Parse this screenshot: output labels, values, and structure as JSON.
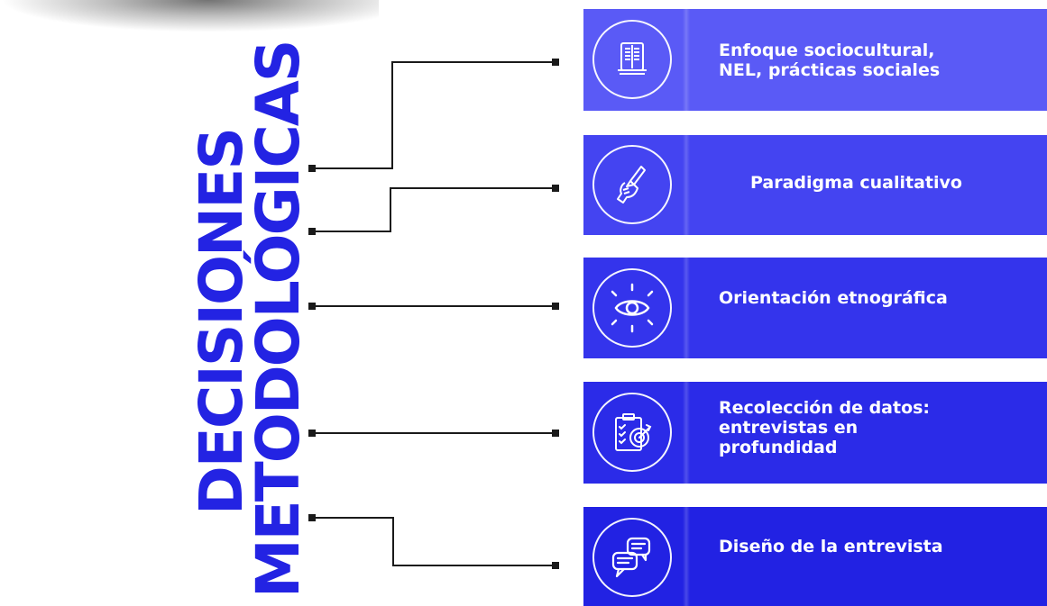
{
  "title": {
    "line1": "DECISIONES",
    "line2": "METODOLÓGICAS"
  },
  "colors": {
    "title": "#2323e3",
    "card1": "#5a5af6",
    "card2": "#4444f1",
    "card3": "#3434ec",
    "card4": "#2b2be8",
    "card5": "#2222e3",
    "connector": "#1a1a1a"
  },
  "cards": [
    {
      "label_lines": [
        "Enfoque sociocultural,",
        "NEL, prácticas sociales"
      ],
      "icon": "book-icon"
    },
    {
      "label_lines": [
        "Paradigma cualitativo"
      ],
      "icon": "hand-pen-icon"
    },
    {
      "label_lines": [
        "Orientación etnográfica"
      ],
      "icon": "eye-icon"
    },
    {
      "label_lines": [
        "Recolección de datos:",
        "entrevistas en",
        "profundidad"
      ],
      "icon": "clipboard-target-icon"
    },
    {
      "label_lines": [
        "Diseño de la entrevista"
      ],
      "icon": "chat-bubbles-icon"
    }
  ]
}
